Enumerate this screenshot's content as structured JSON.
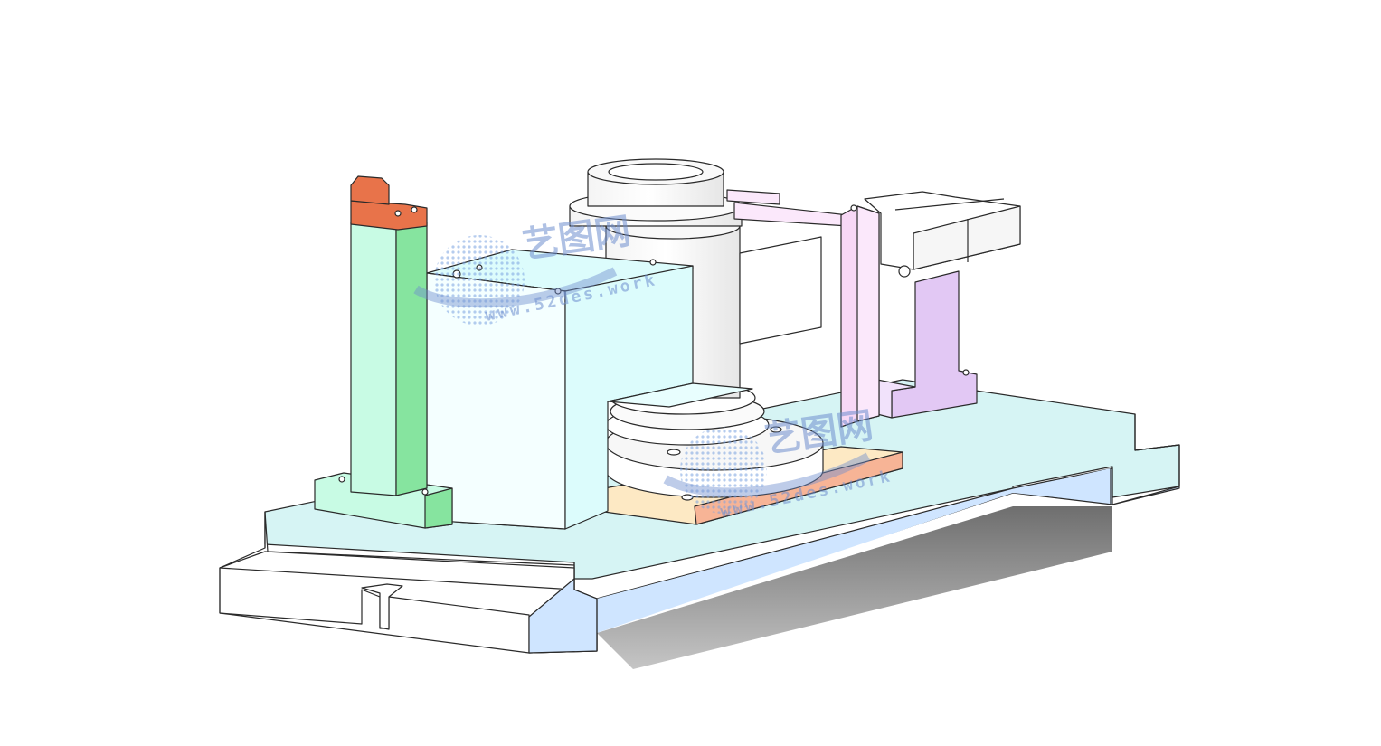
{
  "watermark": {
    "brand": "艺图网",
    "url_1": "www.52des.work",
    "url_2": "www.52des.work"
  },
  "colors": {
    "base_top": "#d6f4f4",
    "base_front": "#ffffff",
    "base_side": "#cfe5ff",
    "green_light": "#c8fbe4",
    "green_dark": "#86e49f",
    "orange": "#e8734a",
    "cyan_block": "#dcfcfc",
    "pink": "#f8d8f6",
    "violet": "#e2c8f4",
    "salmon": "#f7b496",
    "cream": "#fde9c4",
    "outline": "#2a2a2a",
    "watermark": "#6f8fcf"
  },
  "icons": {
    "watermark_logo": "globe-swoosh-icon"
  }
}
